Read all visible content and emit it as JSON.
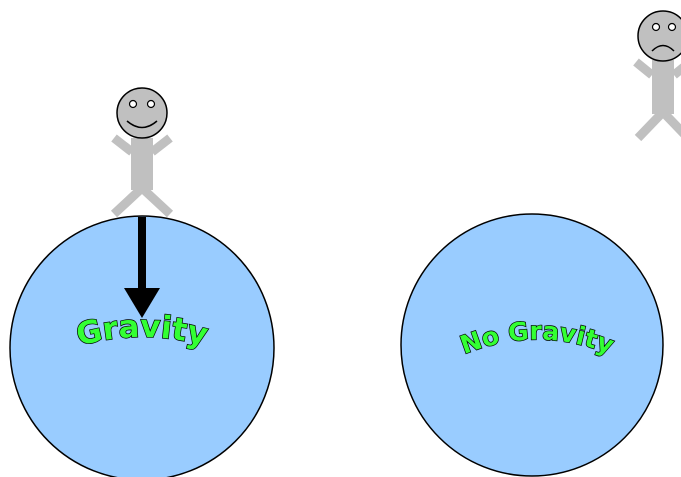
{
  "colors": {
    "background": "#ffffff",
    "planet_fill": "#99ccff",
    "planet_stroke": "#000000",
    "person_fill": "#c0c0c0",
    "wordart_fill": "#33ff33",
    "wordart_stroke": "#000000",
    "arrow": "#000000"
  },
  "left_panel": {
    "label": "Gravity",
    "person_expression": "smile",
    "arrow_direction": "down"
  },
  "right_panel": {
    "label": "No Gravity",
    "person_expression": "frown"
  }
}
